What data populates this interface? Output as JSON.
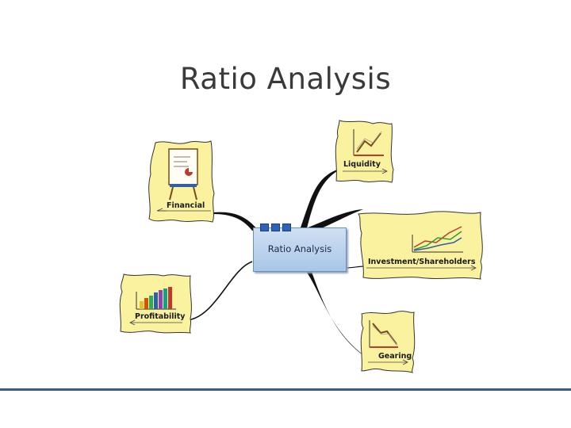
{
  "title": "Ratio Analysis",
  "central_node": {
    "label": "Ratio Analysis"
  },
  "branches": [
    {
      "id": "financial",
      "label": "Financial",
      "icon": "easel-chart-icon"
    },
    {
      "id": "liquidity",
      "label": "Liquidity",
      "icon": "rising-line-chart-icon"
    },
    {
      "id": "investment",
      "label": "Investment/Shareholders",
      "icon": "multi-line-chart-icon"
    },
    {
      "id": "profitability",
      "label": "Profitability",
      "icon": "bar-chart-icon"
    },
    {
      "id": "gearing",
      "label": "Gearing",
      "icon": "falling-line-chart-icon"
    }
  ],
  "colors": {
    "card_fill": "#fbf2a0",
    "card_border": "#333333",
    "central_fill": "#b8d0ee",
    "footer_rule": "#3d5a87"
  }
}
